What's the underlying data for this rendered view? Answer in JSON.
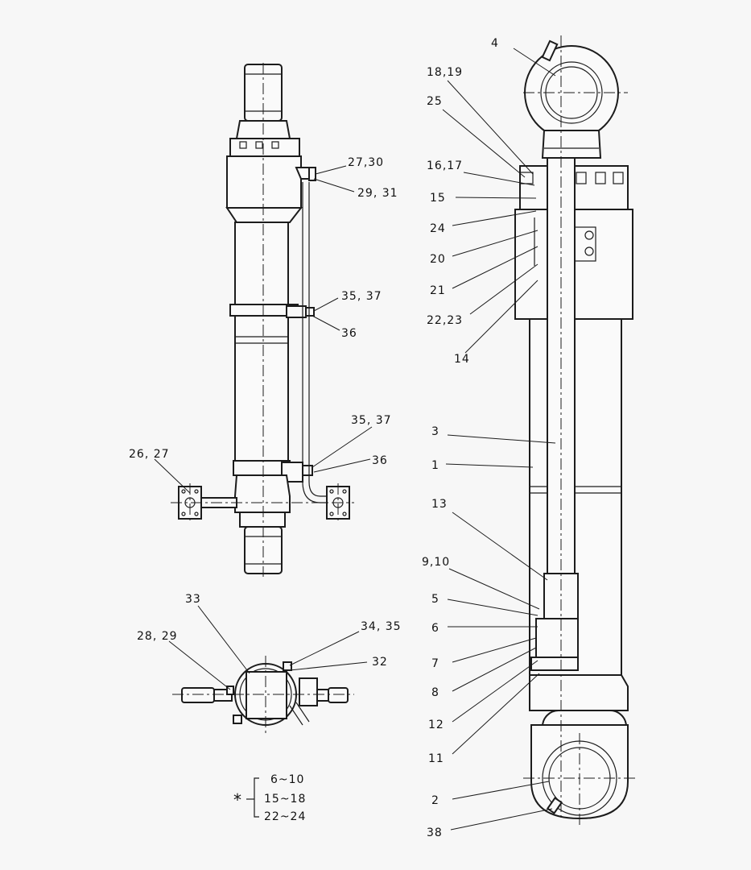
{
  "labels": {
    "l_4": "4",
    "l_18_19": "18,19",
    "l_25": "25",
    "l_16_17": "16,17",
    "l_15": "15",
    "l_24": "24",
    "l_20": "20",
    "l_21": "21",
    "l_22_23": "22,23",
    "l_14": "14",
    "l_3": "3",
    "l_1": "1",
    "l_13": "13",
    "l_9_10": "9,10",
    "l_5": "5",
    "l_6": "6",
    "l_7": "7",
    "l_8": "8",
    "l_12": "12",
    "l_11": "11",
    "l_2": "2",
    "l_38": "38",
    "l_27_30": "27,30",
    "l_29_31": "29, 31",
    "l_35_37a": "35, 37",
    "l_36a": "36",
    "l_35_37b": "35, 37",
    "l_36b": "36",
    "l_26_27": "26, 27",
    "l_33": "33",
    "l_28_29": "28, 29",
    "l_34_35": "34, 35",
    "l_32": "32"
  },
  "legend": {
    "marker": "*",
    "groups": [
      "6~10",
      "15~18",
      "22~24"
    ]
  }
}
